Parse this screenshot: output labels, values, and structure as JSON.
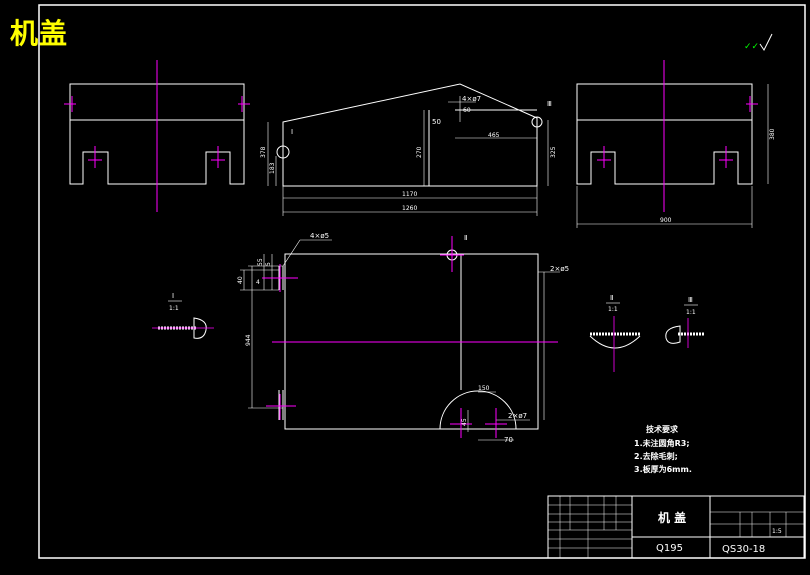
{
  "title": "机盖",
  "colors": {
    "background": "#000000",
    "line": "#ffffff",
    "centerline": "#ff00ff",
    "title": "#ffff00",
    "roughness": "#00ff00"
  },
  "roughness_symbol": "✓",
  "front_view": {
    "dims": {
      "d4x7": "4×ø7",
      "d50": "50",
      "d60": "60",
      "d270": "270",
      "d465": "465",
      "d325": "325",
      "d378": "378",
      "d183": "183",
      "d1170": "1170",
      "d1260": "1260"
    },
    "callout_i": "Ⅰ",
    "callout_iii": "Ⅲ"
  },
  "side_view": {
    "dim_width": "900",
    "dim_height": "380"
  },
  "top_view": {
    "dims": {
      "d4x5": "4×ø5",
      "d55": "55",
      "d5": "5",
      "d40": "40",
      "d1x5": "4",
      "d944": "944",
      "d2x5": "2×ø5",
      "d150": "150",
      "d2x7": "2×ø7",
      "d70": "70",
      "d45": "45"
    },
    "callout_ii": "Ⅱ"
  },
  "details": {
    "detail_i_label": "Ⅰ",
    "detail_i_scale": "1:1",
    "detail_ii_label": "Ⅱ",
    "detail_ii_scale": "1:1",
    "detail_iii_label": "Ⅲ",
    "detail_iii_scale": "1:1"
  },
  "notes": {
    "heading": "技术要求",
    "items": [
      "1.未注圆角R3;",
      "2.去除毛刺;",
      "3.板厚为6mm."
    ]
  },
  "title_block": {
    "part_name": "机 盖",
    "material": "Q195",
    "drawing_no": "QS30-18",
    "scale": "1:5"
  }
}
